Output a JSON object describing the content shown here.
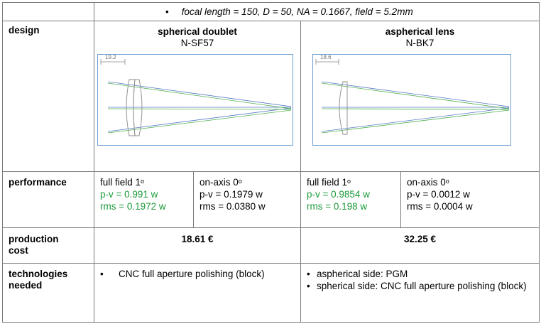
{
  "header": {
    "bullet": "•",
    "text": "focal length = 150, D = 50, NA = 0.1667, field = 5.2mm"
  },
  "rows": {
    "design": "design",
    "performance": "performance",
    "production_cost": "production cost",
    "technologies": "technologies needed"
  },
  "designs": [
    {
      "title": "spherical doublet",
      "glass": "N-SF57",
      "scale": "19.2",
      "full_field_label": "full field 1",
      "full_field_sup": "o",
      "full_pv": "p-v = 0.991 w",
      "full_rms": "rms = 0.1972 w",
      "axis_label": "on-axis 0",
      "axis_sup": "o",
      "axis_pv": "p-v = 0.1979 w",
      "axis_rms": "rms = 0.0380 w",
      "cost": "18.61 €",
      "tech": [
        "CNC full aperture polishing (block)"
      ]
    },
    {
      "title": "aspherical lens",
      "glass": "N-BK7",
      "scale": "18.6",
      "full_field_label": "full field 1",
      "full_field_sup": "o",
      "full_pv": "p-v = 0.9854 w",
      "full_rms": "rms = 0.198 w",
      "axis_label": "on-axis 0",
      "axis_sup": "o",
      "axis_pv": "p-v = 0.0012 w",
      "axis_rms": "rms = 0.0004 w",
      "cost": "32.25 €",
      "tech": [
        "aspherical side: PGM",
        "spherical side: CNC full aperture polishing (block)"
      ]
    }
  ],
  "colors": {
    "good": "#1c9a3a",
    "frame": "#6f9fd6",
    "ray_blue": "#5a78c8",
    "ray_green": "#4fb04f"
  },
  "bullet": "•"
}
